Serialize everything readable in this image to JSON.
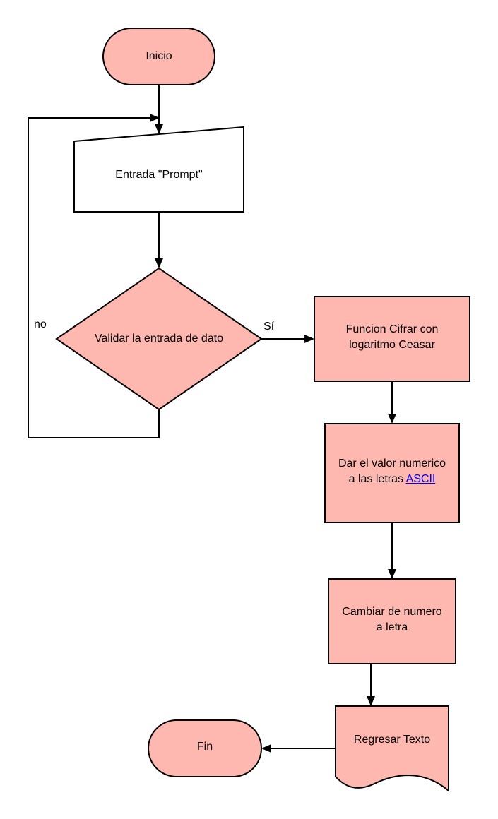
{
  "colors": {
    "node_fill": "#ffb8b0",
    "input_fill": "#ffffff",
    "stroke": "#000000",
    "link": "#0000ee"
  },
  "nodes": {
    "inicio": {
      "text": "Inicio"
    },
    "entrada": {
      "text": "Entrada \"Prompt\""
    },
    "validar": {
      "text": "Validar la entrada de dato"
    },
    "cifrar": {
      "line1": "Funcion Cifrar con",
      "line2": "logaritmo Ceasar"
    },
    "valor": {
      "line1": "Dar el valor numerico",
      "line2_prefix": "a las letras ",
      "link": "ASCII"
    },
    "cambiar": {
      "line1": "Cambiar de numero",
      "line2": "a letra"
    },
    "regresar": {
      "text": "Regresar Texto"
    },
    "fin": {
      "text": "Fin"
    }
  },
  "edge_labels": {
    "no": "no",
    "si": "Sí"
  }
}
